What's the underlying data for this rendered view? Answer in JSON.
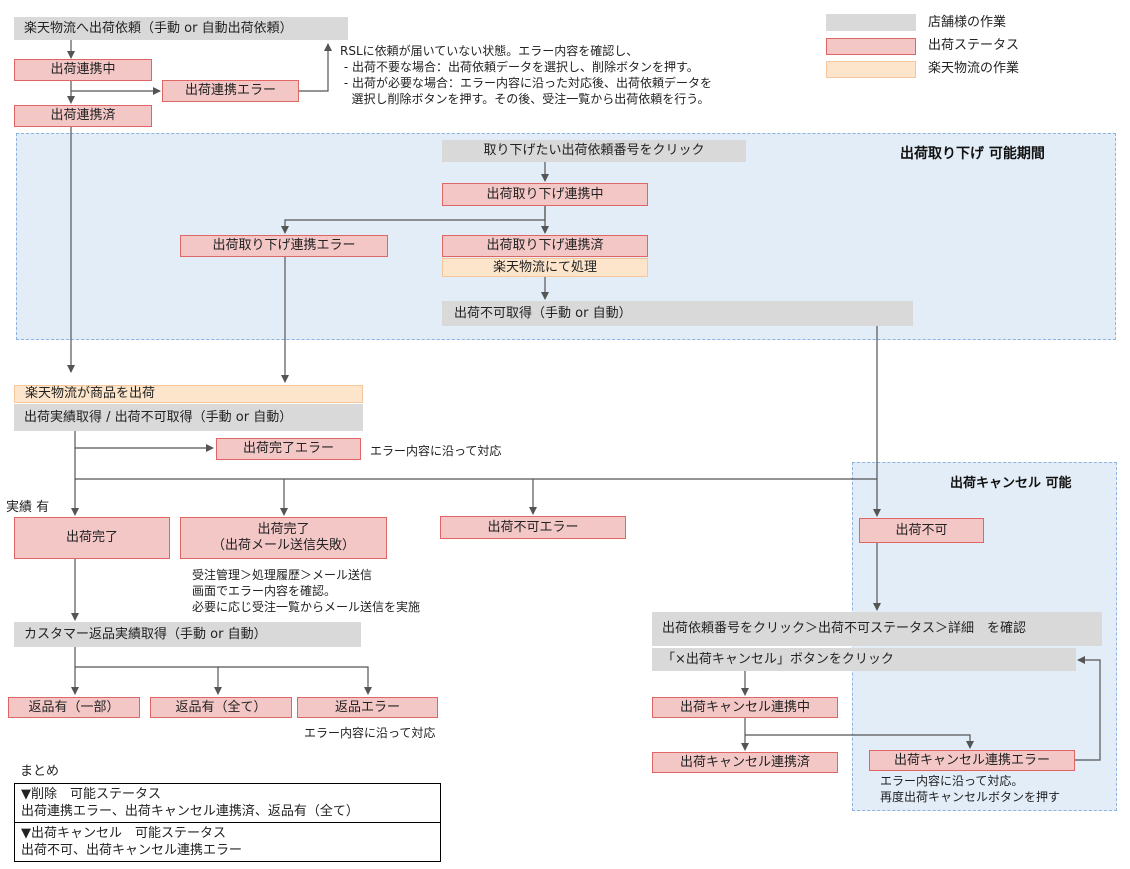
{
  "legend": {
    "store": "店舗様の作業",
    "status": "出荷ステータス",
    "rakuten": "楽天物流の作業"
  },
  "nodes": {
    "request": "楽天物流へ出荷依頼（手動 or 自動出荷依頼）",
    "linking": "出荷連携中",
    "link_error": "出荷連携エラー",
    "linked": "出荷連携済",
    "click_withdraw": "取り下げたい出荷依頼番号をクリック",
    "withdraw_linking": "出荷取り下げ連携中",
    "withdraw_error": "出荷取り下げ連携エラー",
    "withdraw_linked": "出荷取り下げ連携済",
    "rakuten_process": "楽天物流にて処理",
    "not_possible_get": "出荷不可取得（手動 or 自動）",
    "rakuten_ship": "楽天物流が商品を出荷",
    "actual_get": "出荷実績取得 / 出荷不可取得（手動 or 自動）",
    "complete_error": "出荷完了エラー",
    "complete": "出荷完了",
    "complete_mail_fail_1": "出荷完了",
    "complete_mail_fail_2": "（出荷メール送信失敗）",
    "not_possible_error": "出荷不可エラー",
    "not_possible": "出荷不可",
    "click_detail": "出荷依頼番号をクリック＞出荷不可ステータス＞詳細　を確認",
    "click_cancel": "「×出荷キャンセル」ボタンをクリック",
    "cancel_linking": "出荷キャンセル連携中",
    "cancel_linked": "出荷キャンセル連携済",
    "cancel_error": "出荷キャンセル連携エラー",
    "return_get": "カスタマー返品実績取得（手動 or 自動）",
    "return_partial": "返品有（一部）",
    "return_all": "返品有（全て）",
    "return_error": "返品エラー"
  },
  "regions": {
    "withdraw_title": "出荷取り下げ 可能期間",
    "cancel_title": "出荷キャンセル 可能"
  },
  "notes": {
    "rsl_1": "RSLに依頼が届いていない状態。エラー内容を確認し、",
    "rsl_2": " - 出荷不要な場合：出荷依頼データを選択し、削除ボタンを押す。",
    "rsl_3": " - 出荷が必要な場合：エラー内容に沿った対応後、出荷依頼データを",
    "rsl_4": "   選択し削除ボタンを押す。その後、受注一覧から出荷依頼を行う。",
    "complete_error_note": "エラー内容に沿って対応",
    "actual_label": "実績 有",
    "mail_1": "受注管理＞処理履歴＞メール送信",
    "mail_2": "画面でエラー内容を確認。",
    "mail_3": "必要に応じ受注一覧からメール送信を実施",
    "return_error_note": "エラー内容に沿って対応",
    "cancel_error_1": "エラー内容に沿って対応。",
    "cancel_error_2": "再度出荷キャンセルボタンを押す"
  },
  "summary": {
    "heading": "まとめ",
    "delete_title": "▼削除　可能ステータス",
    "delete_items": "出荷連携エラー、出荷キャンセル連携済、返品有（全て）",
    "cancel_title": "▼出荷キャンセル　可能ステータス",
    "cancel_items": "出荷不可、出荷キャンセル連携エラー"
  },
  "colors": {
    "store": "#d9d9d9",
    "status_fill": "#f4c7c7",
    "status_border": "#e06666",
    "rakuten": "#fde5cc",
    "region_fill": "#e3edf8",
    "region_border": "#8fb3e0"
  }
}
